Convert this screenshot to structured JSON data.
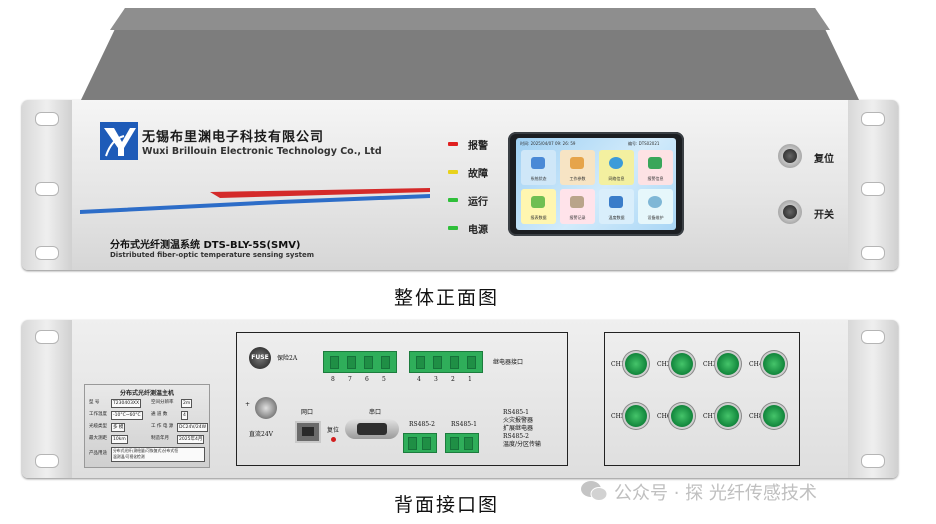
{
  "front": {
    "company_cn": "无锡布里渊电子科技有限公司",
    "company_en": "Wuxi Brillouin Electronic Technology Co., Ltd",
    "model_cn": "分布式光纤测温系统 DTS-BLY-5S(SMV)",
    "model_en": "Distributed fiber-optic temperature sensing system",
    "indicators": [
      {
        "label": "报警",
        "color": "#e02020"
      },
      {
        "label": "故障",
        "color": "#e8d21c"
      },
      {
        "label": "运行",
        "color": "#2fbf3a"
      },
      {
        "label": "电源",
        "color": "#2fbf3a"
      }
    ],
    "screen": {
      "time_text": "时间: 2025/04/07 09: 26: 59",
      "id_text": "编号: DTS02021",
      "tiles": [
        "系统状态",
        "工作参数",
        "网络信息",
        "报警信息",
        "报表数据",
        "报警记录",
        "温度数据",
        "设备维护"
      ]
    },
    "knobs": [
      "复位",
      "开关"
    ],
    "caption": "整体正面图"
  },
  "rear": {
    "plate": {
      "title": "分布式光纤测温主机",
      "rows": [
        [
          "型 号",
          "T230403XX",
          "空间分辨率",
          "2m"
        ],
        [
          "工作温度",
          "-10°C~60°C",
          "通 道 数",
          "4"
        ],
        [
          "光缆类型",
          "多 模",
          "工 作 电 源",
          "DC24V/24W"
        ],
        [
          "最大测距",
          "10km",
          "制造年月",
          "2025年4月"
        ],
        [
          "产品用途",
          "分布式光纤(测绘量/可恢复式)分布式恒\n温测温/可视化检测",
          "",
          ""
        ]
      ]
    },
    "fuse_label": "FUSE",
    "fuse_text": "保险2A",
    "power_text": "直流24V",
    "pm_text": "+ ⊖ -",
    "net_label": "网口",
    "serial_label": "串口",
    "reset_label": "复位",
    "rs485_1": "RS485-1",
    "rs485_2": "RS485-2",
    "relay_label": "继电器接口",
    "relay_numbers": [
      "8",
      "7",
      "6",
      "5",
      "4",
      "3",
      "2",
      "1"
    ],
    "legend": [
      "RS485-1",
      "火灾报警器",
      "扩展继电器",
      "RS485-2",
      "温度/分区传输"
    ],
    "channels": [
      "CH1",
      "CH2",
      "CH3",
      "CH4",
      "CH5",
      "CH6",
      "CH7",
      "CH8"
    ],
    "caption": "背面接口图"
  },
  "watermark": "公众号 · 探 光纤传感技术"
}
